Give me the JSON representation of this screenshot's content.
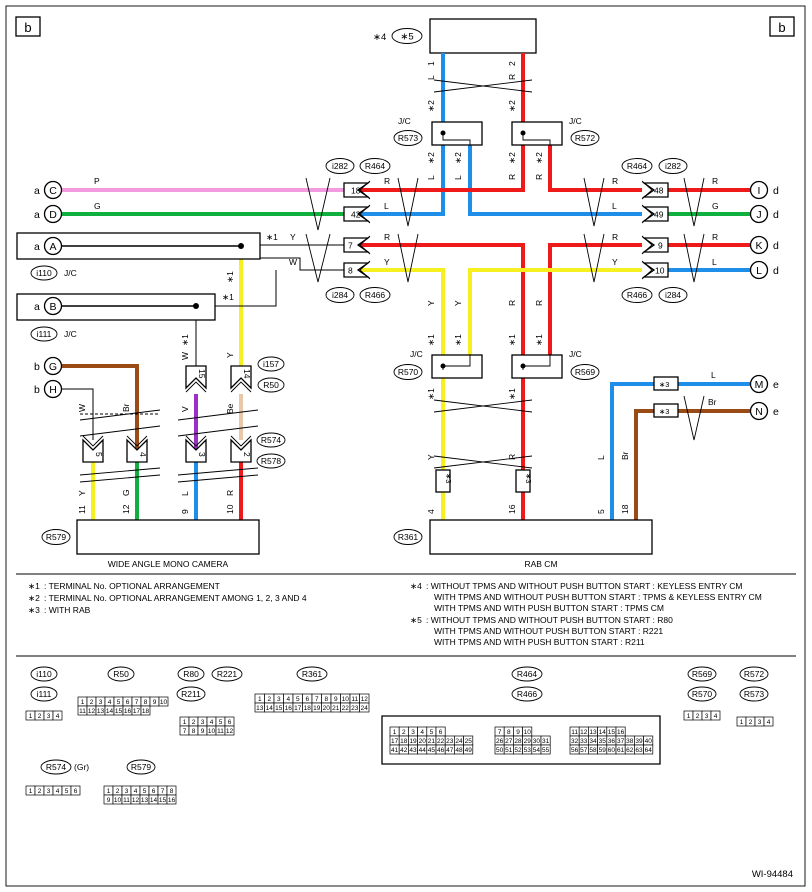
{
  "colors": {
    "pink": "#f29be0",
    "green": "#10b040",
    "blue": "#1e8ee8",
    "red": "#ee1a1a",
    "yellow": "#f7f020",
    "brown": "#9a4a14",
    "violet": "#9b30c8",
    "beige": "#e8c8a8",
    "white_wire": "#ffffff",
    "black": "#000000"
  },
  "page_letters": {
    "left": "b",
    "right": "b"
  },
  "figure_id": "WI-94484",
  "top_unit": {
    "note_mark": "∗4",
    "label": "∗5"
  },
  "joint_connectors": {
    "r573": {
      "jc": "J/C",
      "code": "R573"
    },
    "r572": {
      "jc": "J/C",
      "code": "R572"
    },
    "r570": {
      "jc": "J/C",
      "code": "R570"
    },
    "r569": {
      "jc": "J/C",
      "code": "R569"
    },
    "i110": {
      "code": "i110",
      "jc": "J/C"
    },
    "i111": {
      "code": "i111",
      "jc": "J/C"
    }
  },
  "connector_codes": {
    "i282_left": "i282",
    "r464_left": "R464",
    "r464_right": "R464",
    "i282_right": "i282",
    "i284_left": "i284",
    "r466_left": "R466",
    "r466_right": "R466",
    "i284_right": "i284",
    "i157": "i157",
    "r50": "R50",
    "r574": "R574",
    "r578": "R578",
    "r579": "R579",
    "r361": "R361"
  },
  "off_page": {
    "left": [
      {
        "sheet": "a",
        "letter": "C"
      },
      {
        "sheet": "a",
        "letter": "D"
      },
      {
        "sheet": "a",
        "letter": "A"
      },
      {
        "sheet": "a",
        "letter": "B"
      },
      {
        "sheet": "b",
        "letter": "G"
      },
      {
        "sheet": "b",
        "letter": "H"
      }
    ],
    "right": [
      {
        "letter": "I",
        "sheet": "d"
      },
      {
        "letter": "J",
        "sheet": "d"
      },
      {
        "letter": "K",
        "sheet": "d"
      },
      {
        "letter": "L",
        "sheet": "d"
      },
      {
        "letter": "M",
        "sheet": "e"
      },
      {
        "letter": "N",
        "sheet": "e"
      }
    ]
  },
  "wire_colors": {
    "p": "P",
    "g": "G",
    "r": "R",
    "l": "L",
    "y": "Y",
    "w": "W",
    "v": "V",
    "be": "Be",
    "br": "Br"
  },
  "pin_numbers": {
    "c18": "18",
    "c42": "42",
    "c48": "48",
    "c49": "49",
    "c7": "7",
    "c8": "8",
    "c9": "9",
    "c10": "10",
    "c15": "15",
    "c14": "14",
    "c5": "5",
    "c4": "4",
    "c3": "3",
    "c2": "2",
    "top1": "1",
    "top2": "2",
    "cam11": "11",
    "cam12": "12",
    "cam9": "9",
    "cam10": "10",
    "rab4": "4",
    "rab16": "16",
    "rab5": "5",
    "rab18": "18"
  },
  "marks": {
    "m1": "∗1",
    "m2": "∗2",
    "m3": "∗3"
  },
  "components": {
    "camera": "WIDE ANGLE MONO CAMERA",
    "rab": "RAB CM"
  },
  "notes_left": [
    {
      "mark": "∗1",
      "text": ": TERMINAL No. OPTIONAL ARRANGEMENT"
    },
    {
      "mark": "∗2",
      "text": ": TERMINAL No. OPTIONAL ARRANGEMENT AMONG 1, 2, 3 AND 4"
    },
    {
      "mark": "∗3",
      "text": ": WITH RAB"
    }
  ],
  "notes_right": [
    {
      "mark": "∗4",
      "lines": [
        ": WITHOUT TPMS AND WITHOUT PUSH BUTTON START  : KEYLESS ENTRY CM",
        "WITH TPMS AND WITHOUT PUSH BUTTON START  : TPMS & KEYLESS ENTRY CM",
        "WITH TPMS AND WITH PUSH BUTTON START  : TPMS CM"
      ]
    },
    {
      "mark": "∗5",
      "lines": [
        ": WITHOUT TPMS AND WITHOUT PUSH BUTTON START  : R80",
        "WITH TPMS AND WITHOUT PUSH BUTTON START  : R221",
        "WITH TPMS AND WITH PUSH BUTTON START  : R211"
      ]
    }
  ],
  "connector_views": {
    "i110": "i110",
    "i111": "i111",
    "r50": "R50",
    "r80": "R80",
    "r221": "R221",
    "r211": "R211",
    "r361": "R361",
    "r464": "R464",
    "r466": "R466",
    "r569": "R569",
    "r570": "R570",
    "r572": "R572",
    "r573": "R573",
    "r574": "R574",
    "r574_suffix": "(Gr)",
    "r579": "R579"
  }
}
